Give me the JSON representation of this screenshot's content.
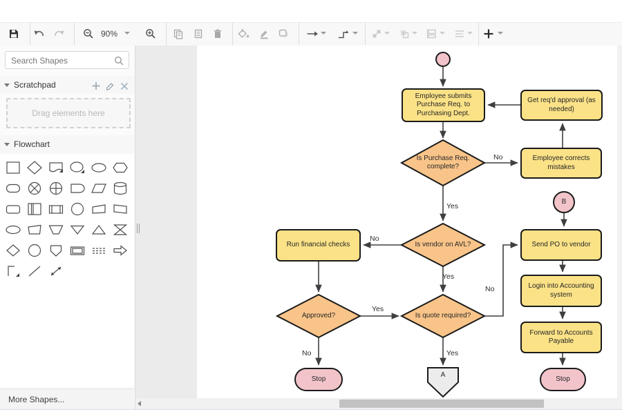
{
  "toolbar": {
    "zoom_level": "90%",
    "items": [
      {
        "name": "save",
        "enabled": true
      },
      {
        "name": "undo",
        "enabled": true
      },
      {
        "name": "redo",
        "enabled": false
      },
      {
        "name": "zoom-out",
        "enabled": true
      },
      {
        "name": "zoom-level",
        "enabled": true
      },
      {
        "name": "zoom-in",
        "enabled": true
      },
      {
        "name": "copy",
        "enabled": false
      },
      {
        "name": "paste",
        "enabled": false
      },
      {
        "name": "delete",
        "enabled": false
      },
      {
        "name": "fill-color",
        "enabled": false
      },
      {
        "name": "line-color",
        "enabled": false
      },
      {
        "name": "shadow",
        "enabled": false
      },
      {
        "name": "connection-style",
        "enabled": true
      },
      {
        "name": "waypoints",
        "enabled": true
      },
      {
        "name": "to-front",
        "enabled": false
      },
      {
        "name": "to-back",
        "enabled": false
      },
      {
        "name": "align",
        "enabled": false
      },
      {
        "name": "distribute",
        "enabled": false
      },
      {
        "name": "insert",
        "enabled": true
      }
    ]
  },
  "sidebar": {
    "search_placeholder": "Search Shapes",
    "scratchpad": {
      "title": "Scratchpad",
      "dropzone": "Drag elements here"
    },
    "flowchart_section": {
      "title": "Flowchart"
    },
    "more_shapes": "More Shapes...",
    "shapes": [
      "rectangle",
      "diamond",
      "document",
      "ellipse",
      "terminator",
      "hexagon",
      "rounded-rectangle",
      "or",
      "summing-junction",
      "delay",
      "parallelogram",
      "cylinder",
      "stored-data",
      "internal-storage",
      "predefined-process",
      "connector",
      "card",
      "punched-tape",
      "ellipse-small",
      "manual-operation",
      "trapezoid",
      "merge",
      "extract",
      "collate",
      "decision",
      "circle",
      "off-page-connector",
      "display",
      "transfer",
      "arrow",
      "corner",
      "line",
      "bidirectional-arrow"
    ]
  },
  "flowchart": {
    "nodes": [
      {
        "id": "start",
        "type": "start-circle",
        "label": ""
      },
      {
        "id": "submit",
        "type": "process",
        "label": "Employee submits Purchase Req. to Purchasing Dept."
      },
      {
        "id": "get-approval",
        "type": "process",
        "label": "Get req'd approval (as needed)"
      },
      {
        "id": "complete",
        "type": "decision",
        "label": "Is Purchase Req. complete?"
      },
      {
        "id": "corrects",
        "type": "process",
        "label": "Employee corrects mistakes"
      },
      {
        "id": "connector-b",
        "type": "connector-circle",
        "label": "B"
      },
      {
        "id": "run-financial",
        "type": "process",
        "label": "Run financial checks"
      },
      {
        "id": "vendor-avl",
        "type": "decision",
        "label": "Is vendor on AVL?"
      },
      {
        "id": "send-po",
        "type": "process",
        "label": "Send PO to vendor"
      },
      {
        "id": "approved",
        "type": "decision",
        "label": "Approved?"
      },
      {
        "id": "quote-required",
        "type": "decision",
        "label": "Is quote required?"
      },
      {
        "id": "login-accounting",
        "type": "process",
        "label": "Login into Accounting system"
      },
      {
        "id": "stop-left",
        "type": "terminator",
        "label": "Stop"
      },
      {
        "id": "offpage-a",
        "type": "off-page-connector",
        "label": "A"
      },
      {
        "id": "forward-ap",
        "type": "process",
        "label": "Forward to Accounts Payable"
      },
      {
        "id": "stop-right",
        "type": "terminator",
        "label": "Stop"
      }
    ],
    "edge_labels": [
      "No",
      "Yes",
      "No",
      "Yes",
      "Yes",
      "No",
      "Yes",
      "No"
    ]
  },
  "colors": {
    "process_fill": "#FBE287",
    "decision_fill": "#F9C489",
    "terminator_fill": "#F2C4CA",
    "offpage_fill": "#ECECEC",
    "node_stroke": "#1A1A1A",
    "edge_stroke": "#3F3F3F",
    "canvas_bg": "#EBEBEB",
    "page_bg": "#FFFFFF"
  }
}
